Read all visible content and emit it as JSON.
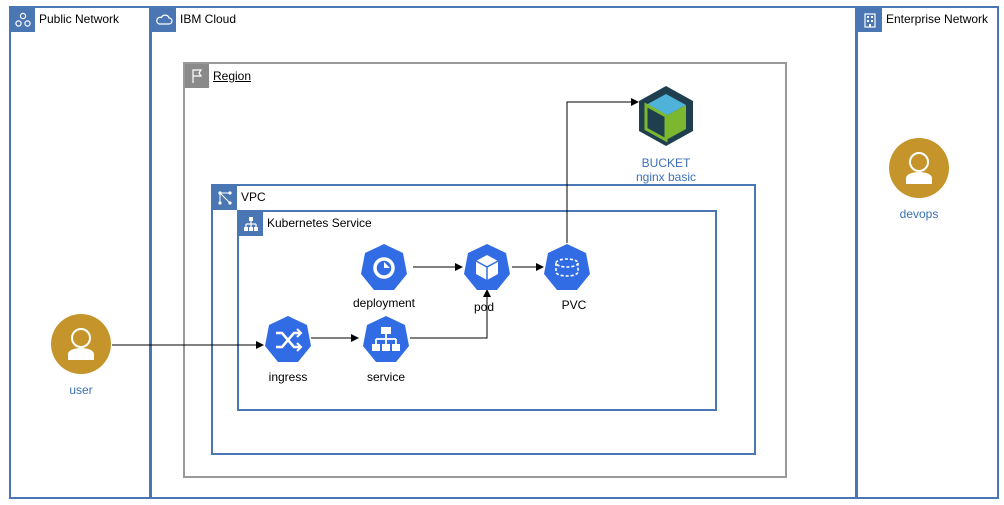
{
  "zones": {
    "public_network": "Public Network",
    "ibm_cloud": "IBM Cloud",
    "enterprise_network": "Enterprise Network",
    "region": "Region",
    "vpc": "VPC",
    "kubernetes_service": "Kubernetes Service"
  },
  "nodes": {
    "bucket_title": "BUCKET",
    "bucket_subtitle": "nginx basic",
    "deployment": "deployment",
    "pod": "pod",
    "pvc": "PVC",
    "ingress": "ingress",
    "service": "service"
  },
  "actors": {
    "user": "user",
    "devops": "devops"
  },
  "colors": {
    "ibm_blue": "#4a76b3",
    "k8s_blue": "#326ce5",
    "actor_gold": "#c5952c",
    "region_gray": "#999999",
    "bucket_green": "#7cb82f",
    "bucket_dark": "#1f3f4f"
  }
}
